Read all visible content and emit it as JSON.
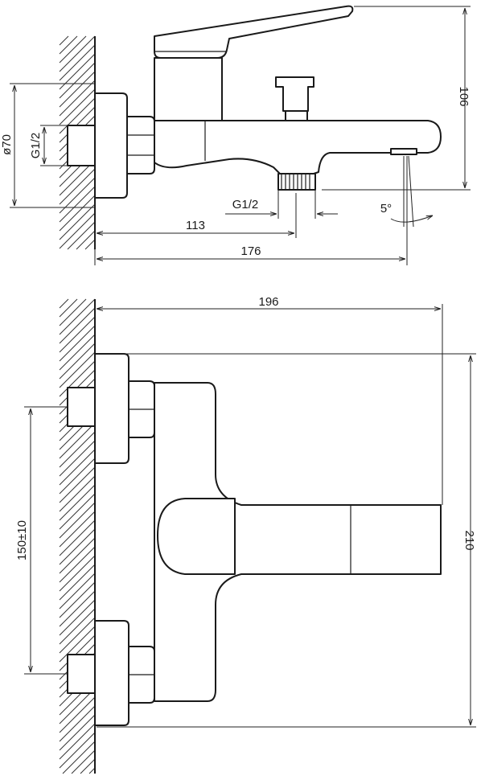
{
  "side_view": {
    "dim_wall_to_outlet": "113",
    "dim_total_length": "176",
    "dim_height": "106",
    "dim_flange_diameter": "ø70",
    "thread_inlet": "G1/2",
    "thread_outlet": "G1/2",
    "spout_angle": "5°"
  },
  "top_view": {
    "dim_total_length": "196",
    "dim_depth": "210",
    "dim_center_distance": "150±10"
  }
}
